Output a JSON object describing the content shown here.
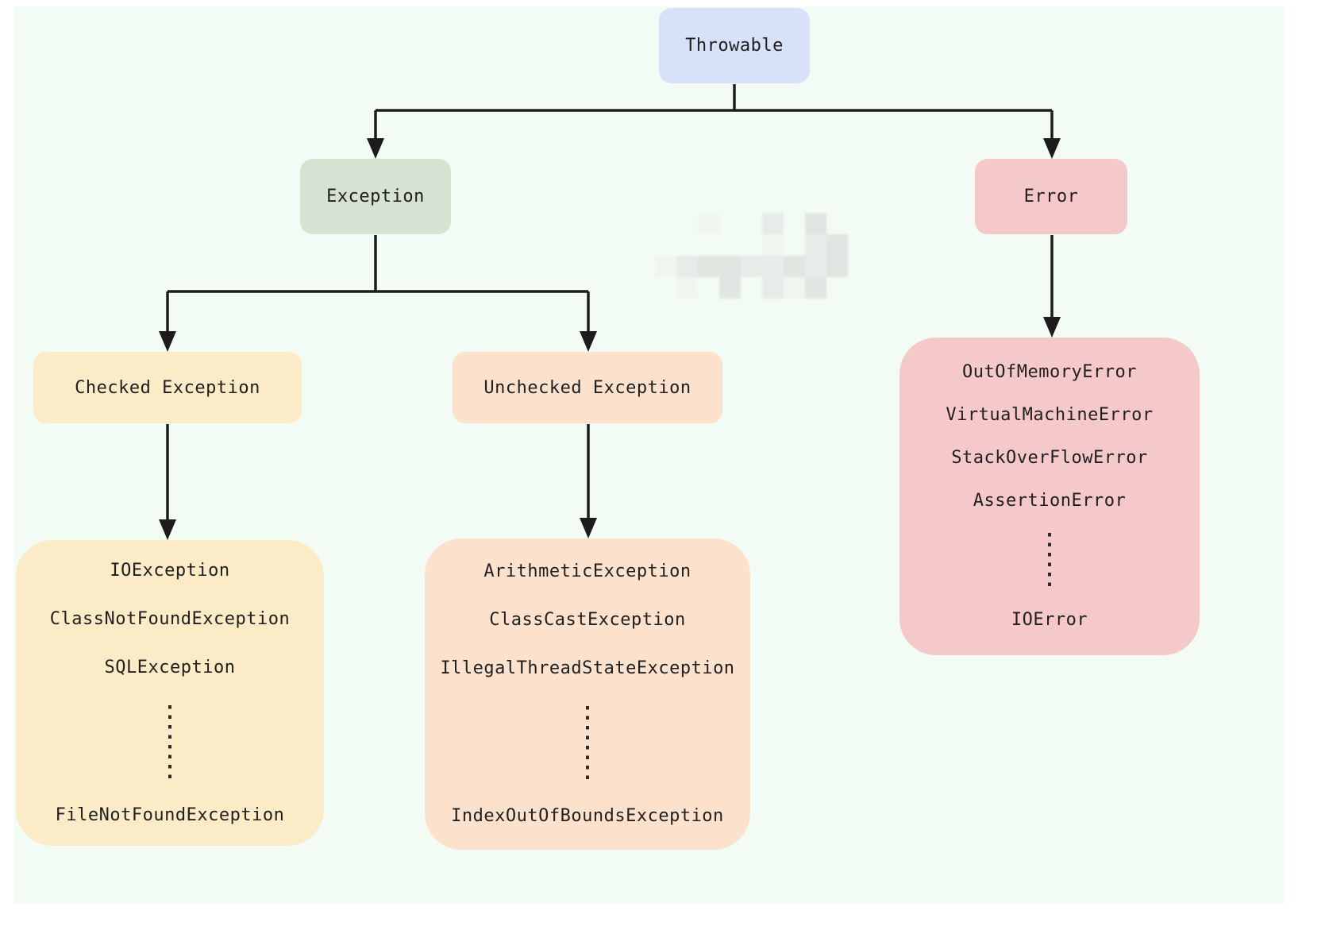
{
  "colors": {
    "canvas_bg": "#f2fcf5",
    "page_bg": "#ffffff",
    "line": "#1c1c1c",
    "text": "#1f1f1f",
    "throwable_bg": "#d7e1f7",
    "exception_bg": "#d6e3d2",
    "error_bg": "#f5c9c9",
    "checked_bg": "#fbebc7",
    "unchecked_bg": "#fce2cc"
  },
  "nodes": {
    "throwable": {
      "label": "Throwable",
      "bg": "#d7e1f7"
    },
    "exception": {
      "label": "Exception",
      "bg": "#d6e3d2"
    },
    "error": {
      "label": "Error",
      "bg": "#f5c9c9"
    },
    "checked_exception": {
      "label": "Checked Exception",
      "bg": "#fbebc7"
    },
    "unchecked_exception": {
      "label": "Unchecked Exception",
      "bg": "#fce2cc"
    },
    "checked_list": {
      "bg": "#fbebc7",
      "items": [
        "IOException",
        "ClassNotFoundException",
        "SQLException"
      ],
      "more_item": "FileNotFoundException"
    },
    "unchecked_list": {
      "bg": "#fce2cc",
      "items": [
        "ArithmeticException",
        "ClassCastException",
        "IllegalThreadStateException"
      ],
      "more_item": "IndexOutOfBoundsException"
    },
    "error_list": {
      "bg": "#f5c9c9",
      "items": [
        "OutOfMemoryError",
        "VirtualMachineError",
        "StackOverFlowError",
        "AssertionError"
      ],
      "more_item": "IOError"
    }
  }
}
